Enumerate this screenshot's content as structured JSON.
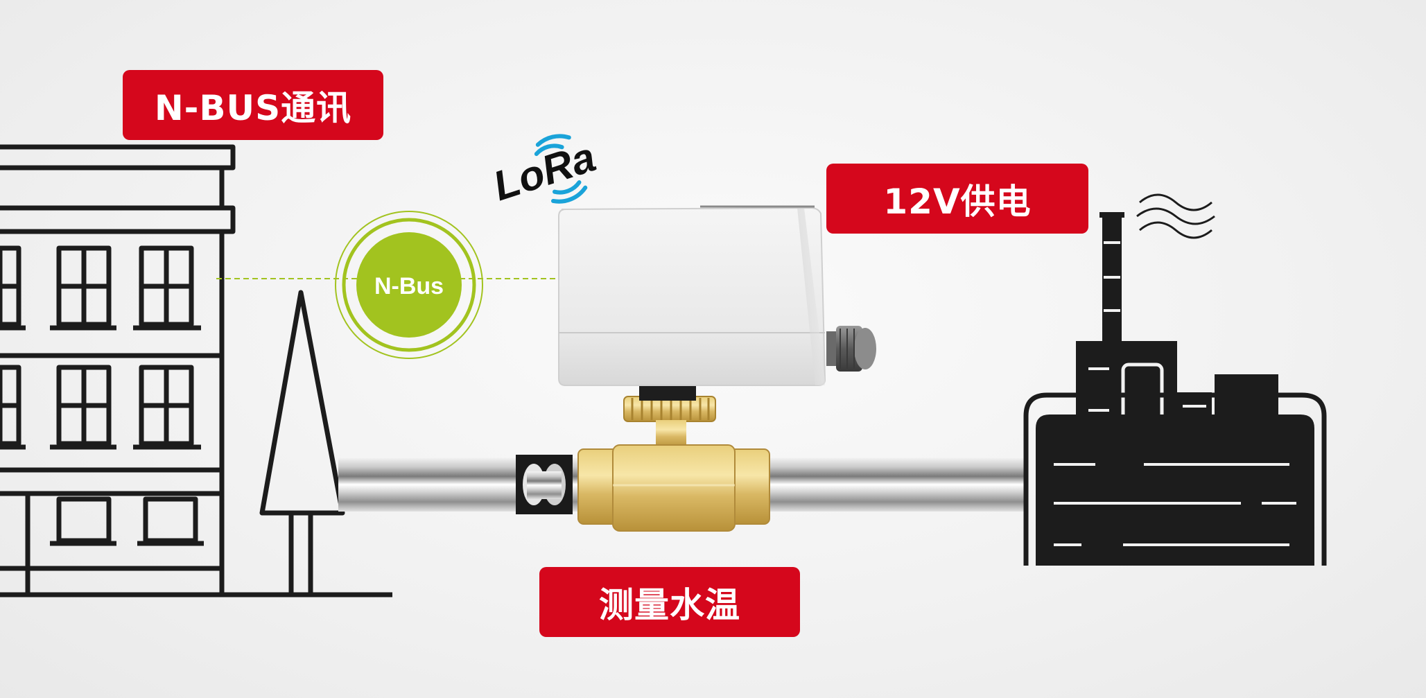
{
  "labels": {
    "nbus_comm": "N-BUS通讯",
    "power": "12V供电",
    "water_temp": "测量水温"
  },
  "badge": {
    "nbus": "N-Bus"
  },
  "logo": {
    "lora": "LoRa"
  },
  "colors": {
    "label_red": "#d5071c",
    "badge_green": "#a2c31f",
    "line_black": "#1c1c1c",
    "lora_blue": "#1aa3d9",
    "brass": "#d8b85a"
  },
  "icons": {
    "building": "building-icon",
    "tree": "tree-icon",
    "factory": "factory-icon",
    "valve": "valve-actuator-icon",
    "signal": "wireless-signal-icon"
  }
}
